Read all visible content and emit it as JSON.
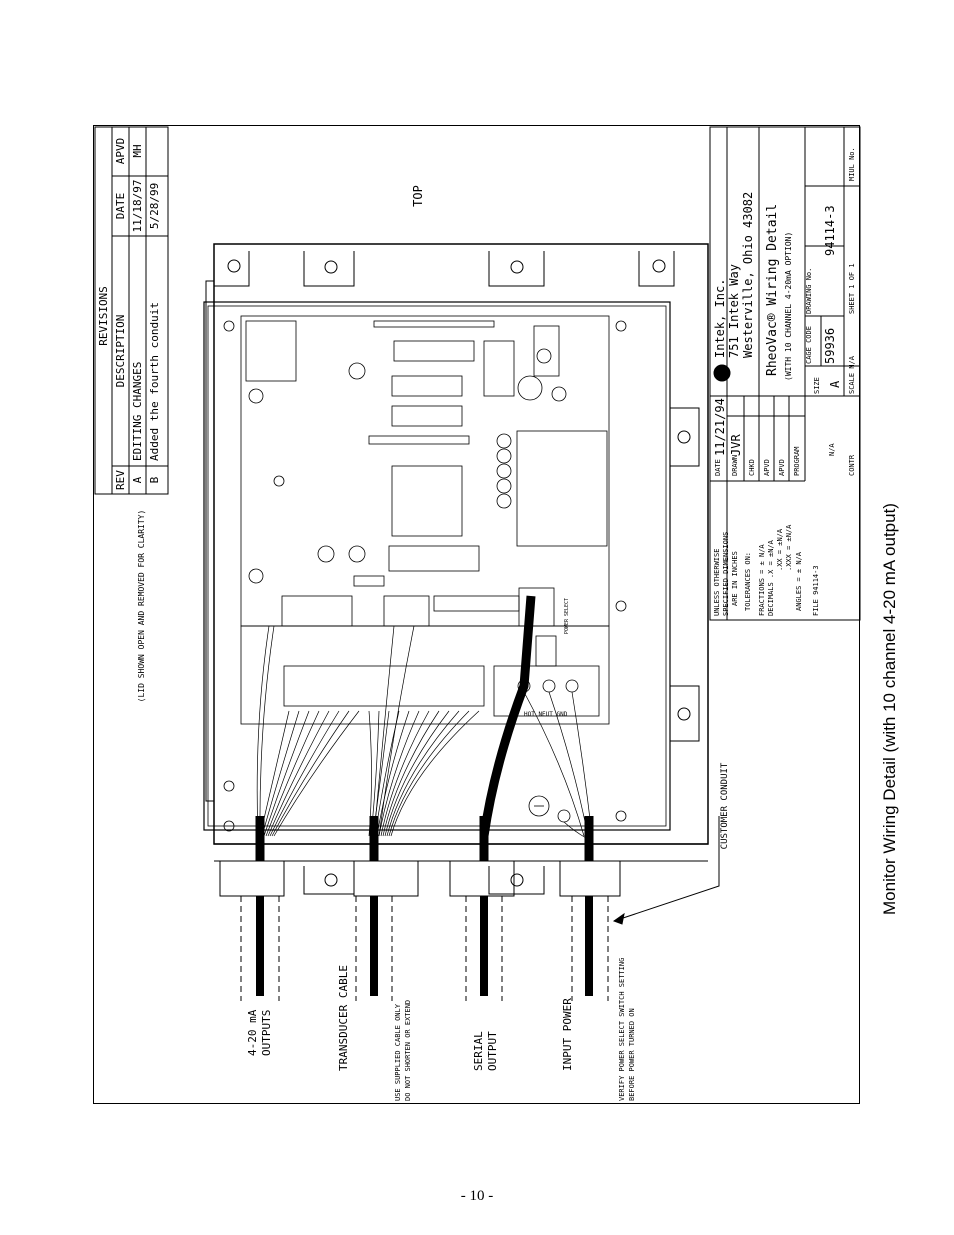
{
  "revisions": {
    "title": "REVISIONS",
    "headers": {
      "rev": "REV",
      "description": "DESCRIPTION",
      "date": "DATE",
      "apvd": "APVD"
    },
    "rows": [
      {
        "rev": "A",
        "description": "EDITING CHANGES",
        "date": "11/18/97",
        "apvd": "MH"
      },
      {
        "rev": "B",
        "description": "Added the fourth conduit",
        "date": "5/28/99",
        "apvd": ""
      }
    ]
  },
  "notes": {
    "lid": "(LID SHOWN OPEN AND REMOVED FOR CLARITY)",
    "top": "TOP",
    "customer_conduit": "CUSTOMER CONDUIT"
  },
  "board_labels": {
    "terminal": "HOT  NEUT  GND",
    "switch": "POWER SELECT"
  },
  "cable_labels": {
    "outputs": [
      "4-20 mA",
      "OUTPUTS"
    ],
    "transducer": "TRANSDUCER CABLE",
    "transducer_note": [
      "USE SUPPLIED CABLE ONLY",
      "DO NOT SHORTEN OR EXTEND"
    ],
    "serial": [
      "SERIAL",
      "OUTPUT"
    ],
    "power": "INPUT POWER",
    "power_note": [
      "VERIFY POWER SELECT SWITCH SETTING",
      "BEFORE POWER TURNED ON"
    ]
  },
  "title_block": {
    "tolerances": [
      "UNLESS OTHERWISE",
      "SPECIFIED DIMENSIONS",
      "ARE IN INCHES",
      "TOLERANCES ON:",
      "FRACTIONS = ± N/A",
      "DECIMALS .X = ±N/A",
      ".XX = ±N/A",
      ".XXX = ±N/A",
      "ANGLES = ± N/A"
    ],
    "file": "FILE   94114-3",
    "roles": {
      "date": "DATE",
      "drawn": "DRAWN",
      "chkd": "CHKD",
      "apvd1": "APVD",
      "apvd2": "APVD",
      "program": "PROGRAM",
      "contr": "CONTR"
    },
    "date_value": "11/21/94",
    "drawn_value": "JVR",
    "program_value": "N/A",
    "company": [
      "Intek, Inc.",
      "751 Intek Way",
      "Westerville, Ohio  43082"
    ],
    "drawing_title": "RheoVac® Wiring Detail",
    "drawing_subtitle": "(WITH 10 CHANNEL 4-20mA OPTION)",
    "size_label": "SIZE",
    "size_value": "A",
    "cage_label": "CAGE CODE",
    "cage_value": "59936",
    "drawing_no_label": "DRAWING No.",
    "drawing_no": "94114-3",
    "scale": "SCALE  N/A",
    "sheet": "SHEET  1  OF  1",
    "mill": "MIUL No."
  },
  "caption": "Monitor Wiring Detail (with 10 channel 4-20 mA output)",
  "page_number": "- 10 -"
}
